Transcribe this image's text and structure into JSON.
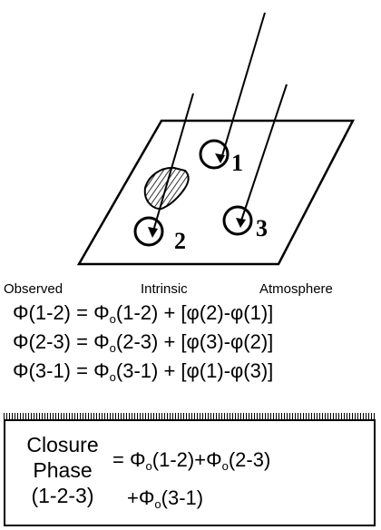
{
  "diagram": {
    "apertures": [
      {
        "label": "1"
      },
      {
        "label": "2"
      },
      {
        "label": "3"
      }
    ]
  },
  "headers": {
    "observed": "Observed",
    "intrinsic": "Intrinsic",
    "atmosphere": "Atmosphere"
  },
  "equations": [
    {
      "lhs": "Φ(1-2)",
      "eq": " = ",
      "phi": "Φ",
      "sub": "o",
      "rhs_arg": "(1-2)",
      "plus": " + ",
      "atm": "[φ(2)-φ(1)]"
    },
    {
      "lhs": "Φ(2-3)",
      "eq": " = ",
      "phi": "Φ",
      "sub": "o",
      "rhs_arg": "(2-3)",
      "plus": " + ",
      "atm": "[φ(3)-φ(2)]"
    },
    {
      "lhs": "Φ(3-1)",
      "eq": " = ",
      "phi": "Φ",
      "sub": "o",
      "rhs_arg": "(3-1)",
      "plus": " + ",
      "atm": "[φ(1)-φ(3)]"
    }
  ],
  "closure": {
    "label_line1": "Closure",
    "label_line2": "Phase",
    "label_line3": "(1-2-3)",
    "line1_prefix": "= ",
    "line1_a": "Φ",
    "line1_a_sub": "o",
    "line1_a_arg": "(1-2)+",
    "line1_b": "Φ",
    "line1_b_sub": "o",
    "line1_b_arg": "(2-3)",
    "line2_prefix": "+",
    "line2_a": "Φ",
    "line2_a_sub": "o",
    "line2_a_arg": "(3-1)"
  }
}
